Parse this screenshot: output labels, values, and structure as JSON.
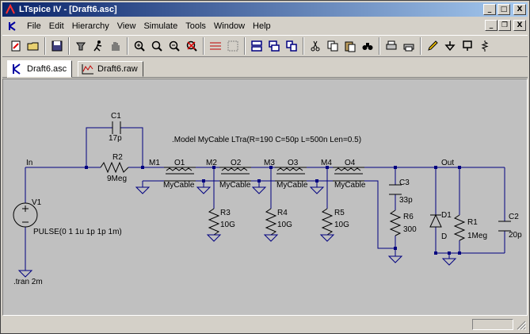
{
  "window": {
    "title": "LTspice IV - [Draft6.asc]",
    "controls": {
      "minimize": "_",
      "maximize": "□",
      "close": "X"
    }
  },
  "menu": {
    "items": [
      "File",
      "Edit",
      "Hierarchy",
      "View",
      "Simulate",
      "Tools",
      "Window",
      "Help"
    ],
    "mdi_controls": {
      "minimize": "_",
      "restore": "❐",
      "close": "X"
    }
  },
  "toolbar": {
    "icons": [
      "new-schematic-icon",
      "open-icon",
      "save-icon",
      "control-panel-icon",
      "run-icon",
      "pan-hand-icon",
      "zoom-in-icon",
      "zoom-area-icon",
      "zoom-out-icon",
      "zoom-cancel-icon",
      "waveform-autorange-icon",
      "waveform-grid-icon",
      "tile-horizontal-icon",
      "cascade-icon",
      "tile-vertical-icon",
      "cut-icon",
      "copy-icon",
      "paste-icon",
      "find-icon",
      "print-setup-icon",
      "print-icon",
      "pencil-icon",
      "ground-icon",
      "label-net-icon",
      "resistor-icon"
    ]
  },
  "tabs": [
    {
      "label": "Draft6.asc",
      "icon": "schematic-icon",
      "active": true
    },
    {
      "label": "Draft6.raw",
      "icon": "waveform-icon",
      "active": false
    }
  ],
  "schematic": {
    "model_directive": ".Model MyCable LTra(R=190 C=50p L=500n Len=0.5)",
    "tran_directive": ".tran 2m",
    "nets": {
      "in": "In",
      "m1": "M1",
      "m2": "M2",
      "m3": "M3",
      "m4": "M4",
      "out": "Out"
    },
    "components": {
      "c1": {
        "name": "C1",
        "value": "17p"
      },
      "r2": {
        "name": "R2",
        "value": "9Meg"
      },
      "v1": {
        "name": "V1",
        "value": "PULSE(0 1 1u 1p 1p 1m)"
      },
      "o1": {
        "name": "O1",
        "value": "MyCable"
      },
      "o2": {
        "name": "O2",
        "value": "MyCable"
      },
      "o3": {
        "name": "O3",
        "value": "MyCable"
      },
      "o4": {
        "name": "O4",
        "value": "MyCable"
      },
      "r3": {
        "name": "R3",
        "value": "10G"
      },
      "r4": {
        "name": "R4",
        "value": "10G"
      },
      "r5": {
        "name": "R5",
        "value": "10G"
      },
      "c3": {
        "name": "C3",
        "value": "33p"
      },
      "r6": {
        "name": "R6",
        "value": "300"
      },
      "d1": {
        "name": "D1",
        "value": "D"
      },
      "r1": {
        "name": "R1",
        "value": "1Meg"
      },
      "c2": {
        "name": "C2",
        "value": "20p"
      }
    }
  },
  "colors": {
    "wire": "#000080",
    "component": "#000000",
    "canvas": "#c0c0c0",
    "titlebar_start": "#0a246a",
    "titlebar_end": "#a6caf0"
  }
}
